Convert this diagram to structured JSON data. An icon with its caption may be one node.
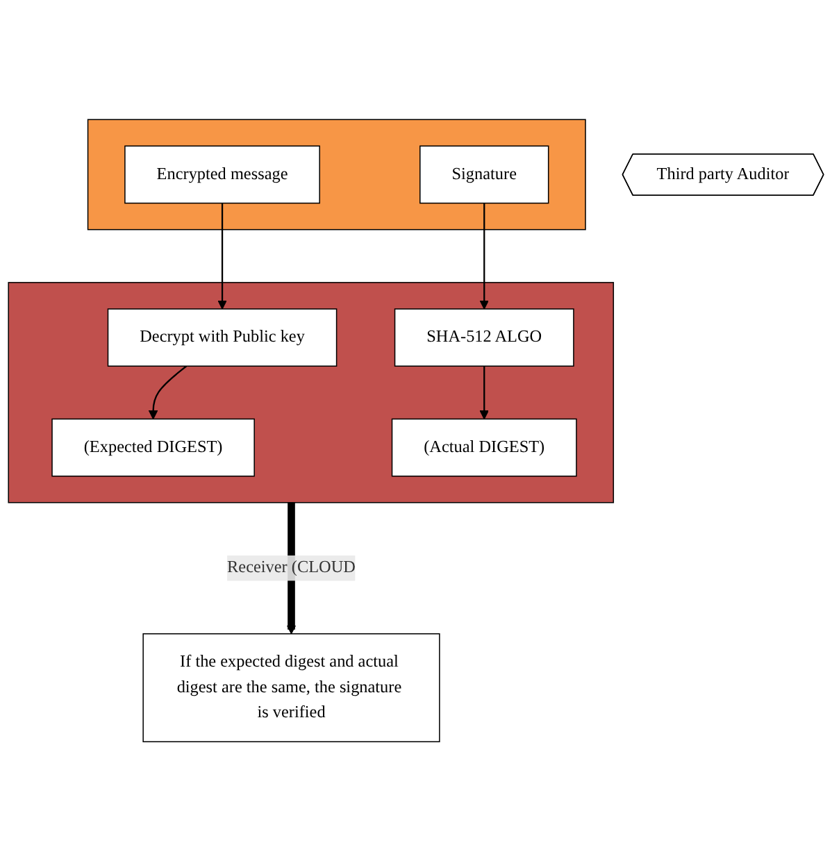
{
  "diagram": {
    "nodes": [
      {
        "text": [
          "Third party Auditor"
        ]
      },
      {
        "text": [],
        "shape": "box"
      },
      {
        "text": [
          "Encrypted message"
        ],
        "in": 1
      },
      {
        "text": [
          "Signature"
        ],
        "in": 1
      },
      {
        "text": [],
        "shape": "box"
      },
      {
        "text": [
          "Decrypt with Public key"
        ],
        "in": 4
      },
      {
        "text": [
          "SHA-512 ALGO"
        ],
        "in": 4
      },
      {
        "text": [
          "(Expected DIGEST)"
        ],
        "in": 4
      },
      {
        "text": [
          "(Actual DIGEST)"
        ],
        "in": 4
      },
      {
        "text": [
          "If the expected digest and actual digest are the same, the signature is verified"
        ]
      }
    ],
    "edges": [
      {
        "from": 2,
        "to": 5,
        "arrow": "to"
      },
      {
        "from": 3,
        "to": 6,
        "arrow": "to"
      },
      {
        "from": 5,
        "to": 7,
        "arrow": "to"
      },
      {
        "from": 6,
        "to": 8,
        "arrow": "to"
      },
      {
        "from": 4,
        "to": 9,
        "arrow": "to",
        "label": "Receiver (CLOUD",
        "style": "thick"
      }
    ]
  }
}
